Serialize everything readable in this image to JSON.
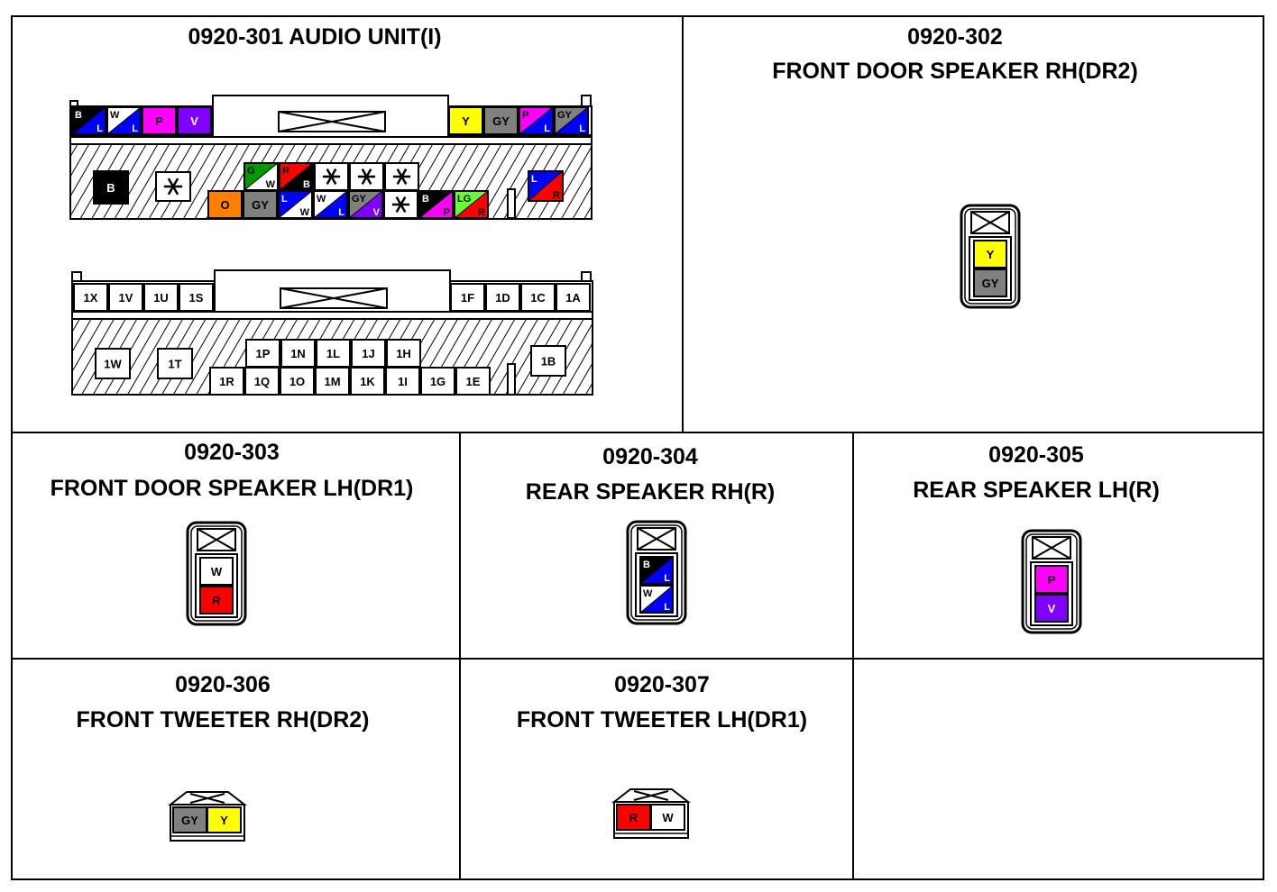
{
  "colors": {
    "Y": "#ffff00",
    "GY": "#808080",
    "W": "#ffffff",
    "R": "#ff0000",
    "B": "#000000",
    "L": "#0000ff",
    "P": "#ff00ff",
    "V": "#7f00ff",
    "O": "#ff8000",
    "LG": "#66ff33",
    "G": "#009900"
  },
  "panels": [
    {
      "id": "p301",
      "title_lines": [
        "0920-301 AUDIO UNIT(I)"
      ]
    },
    {
      "id": "p302",
      "title_lines": [
        "0920-302",
        "FRONT DOOR SPEAKER RH(DR2)"
      ]
    },
    {
      "id": "p303",
      "title_lines": [
        "0920-303",
        "FRONT DOOR SPEAKER LH(DR1)"
      ]
    },
    {
      "id": "p304",
      "title_lines": [
        "0920-304",
        "REAR SPEAKER RH(R)"
      ]
    },
    {
      "id": "p305",
      "title_lines": [
        "0920-305",
        "REAR SPEAKER LH(R)"
      ]
    },
    {
      "id": "p306",
      "title_lines": [
        "0920-306",
        "FRONT TWEETER RH(DR2)"
      ]
    },
    {
      "id": "p307",
      "title_lines": [
        "0920-307",
        "FRONT TWEETER LH(DR1)"
      ]
    }
  ],
  "audio_colored": {
    "top_left": [
      [
        "B",
        "L"
      ],
      [
        "W",
        "L"
      ],
      [
        "P"
      ],
      [
        "V"
      ]
    ],
    "top_right": [
      [
        "Y"
      ],
      [
        "GY"
      ],
      [
        "P",
        "L"
      ],
      [
        "GY",
        "L"
      ]
    ],
    "big_left": [
      [
        "B"
      ]
    ],
    "star_left": true,
    "row1": [
      [
        "G",
        "W"
      ],
      [
        "R",
        "B"
      ],
      [
        "*"
      ],
      [
        "*"
      ],
      [
        "*"
      ]
    ],
    "row2": [
      [
        "O"
      ],
      [
        "GY"
      ],
      [
        "L",
        "W"
      ],
      [
        "W",
        "L"
      ],
      [
        "GY",
        "V"
      ],
      [
        "*"
      ],
      [
        "B",
        "P"
      ],
      [
        "LG",
        "R"
      ]
    ],
    "right_block": [
      [
        "L",
        "R"
      ]
    ]
  },
  "audio_numbered": {
    "top_left": [
      "1X",
      "1V",
      "1U",
      "1S"
    ],
    "top_right": [
      "1F",
      "1D",
      "1C",
      "1A"
    ],
    "mid_left": [
      "1W",
      "1T"
    ],
    "row1": [
      "1P",
      "1N",
      "1L",
      "1J",
      "1H"
    ],
    "row2": [
      "1R",
      "1Q",
      "1O",
      "1M",
      "1K",
      "1I",
      "1G",
      "1E"
    ],
    "right_block": [
      "1B"
    ]
  },
  "speakers": {
    "p302": [
      [
        "Y"
      ],
      [
        "GY"
      ]
    ],
    "p303": [
      [
        "W"
      ],
      [
        "R"
      ]
    ],
    "p304": [
      [
        "B",
        "L"
      ],
      [
        "W",
        "L"
      ]
    ],
    "p305": [
      [
        "P"
      ],
      [
        "V"
      ]
    ]
  },
  "tweeters": {
    "p306": [
      [
        "GY"
      ],
      [
        "Y"
      ]
    ],
    "p307": [
      [
        "R"
      ],
      [
        "W"
      ]
    ]
  }
}
